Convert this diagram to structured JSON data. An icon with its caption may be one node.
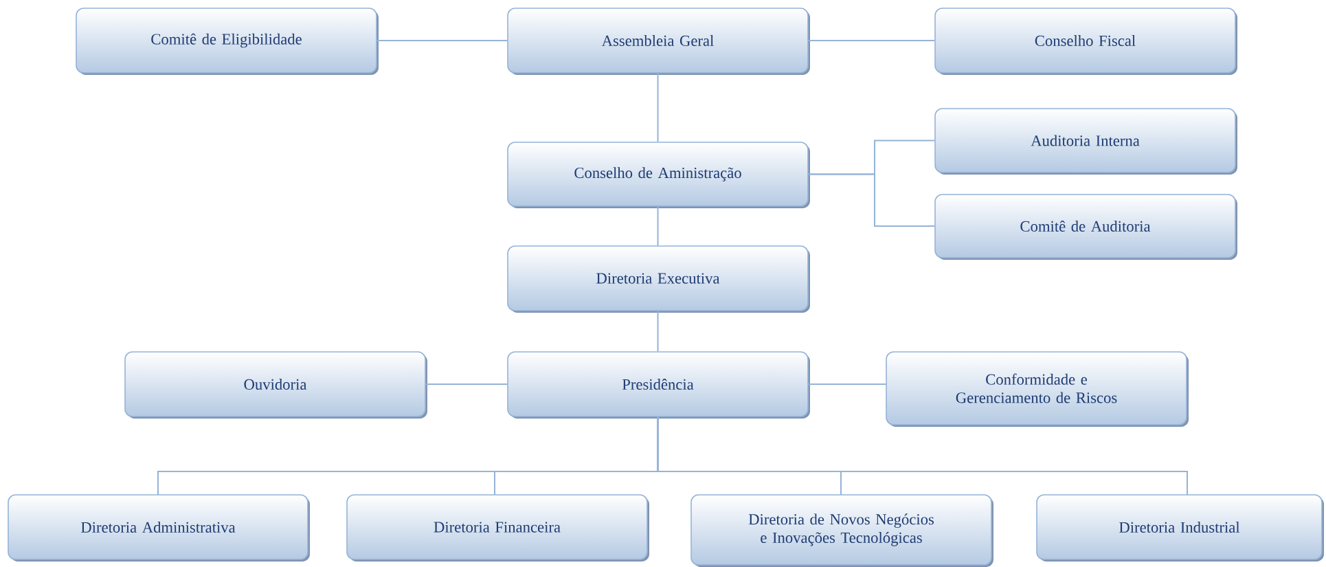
{
  "diagram": {
    "nodes": [
      {
        "text": [
          "Comitê de Eligibilidade"
        ]
      },
      {
        "text": [
          "Assembleia Geral"
        ]
      },
      {
        "text": [
          "Conselho Fiscal"
        ]
      },
      {
        "text": [
          "Conselho de Aministração"
        ]
      },
      {
        "text": [
          "Auditoria Interna"
        ]
      },
      {
        "text": [
          "Comitê de Auditoria"
        ]
      },
      {
        "text": [
          "Diretoria Executiva"
        ]
      },
      {
        "text": [
          "Ouvidoria"
        ]
      },
      {
        "text": [
          "Presidência"
        ]
      },
      {
        "text": [
          "Conformidade e Gerenciamento de Riscos"
        ]
      },
      {
        "text": [
          "Diretoria Administrativa"
        ]
      },
      {
        "text": [
          "Diretoria Financeira"
        ]
      },
      {
        "text": [
          "Diretoria de Novos Negócios e Inovações Tecnológicas"
        ]
      },
      {
        "text": [
          "Diretoria Industrial"
        ]
      }
    ],
    "edges": [
      {
        "from": 1,
        "to": 0,
        "arrow": "none"
      },
      {
        "from": 1,
        "to": 2,
        "arrow": "none"
      },
      {
        "from": 1,
        "to": 3,
        "arrow": "none"
      },
      {
        "from": 3,
        "to": 4,
        "arrow": "none"
      },
      {
        "from": 3,
        "to": 5,
        "arrow": "none"
      },
      {
        "from": 3,
        "to": 6,
        "arrow": "none"
      },
      {
        "from": 6,
        "to": 8,
        "arrow": "none"
      },
      {
        "from": 8,
        "to": 7,
        "arrow": "none"
      },
      {
        "from": 8,
        "to": 9,
        "arrow": "none"
      },
      {
        "from": 8,
        "to": 10,
        "arrow": "none"
      },
      {
        "from": 8,
        "to": 11,
        "arrow": "none"
      },
      {
        "from": 8,
        "to": 12,
        "arrow": "none"
      },
      {
        "from": 8,
        "to": 13,
        "arrow": "none"
      }
    ]
  }
}
